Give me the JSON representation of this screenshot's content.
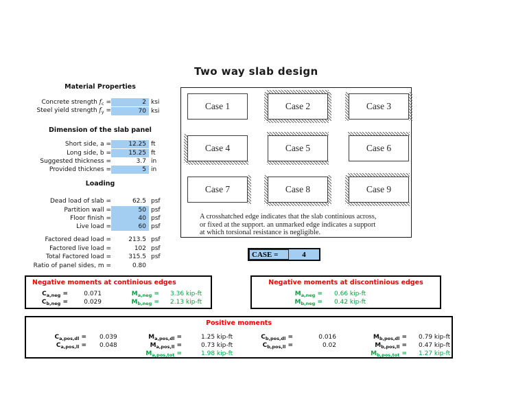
{
  "page": {
    "title": "Two way slab design"
  },
  "colors": {
    "input_fill": "#a4cef1",
    "result_green": "#00a442",
    "heading_red": "#fe0000"
  },
  "material": {
    "header": "Material Properties",
    "rows": [
      {
        "label": "Concrete strength ",
        "sym": "f",
        "sub": "c",
        "eq": " =",
        "value": "2",
        "unit": "ksi"
      },
      {
        "label": "Steel yield strength ",
        "sym": "f",
        "sub": "y",
        "eq": " =",
        "value": "70",
        "unit": "ksi"
      }
    ]
  },
  "dimensions": {
    "header": "Dimension of the slab panel",
    "rows": [
      {
        "label": "Short side, a =",
        "value": "12.25",
        "unit": "ft"
      },
      {
        "label": "Long side, b =",
        "value": "15.25",
        "unit": "ft"
      },
      {
        "label": "Suggested thickness =",
        "value": "3.7",
        "unit": "in"
      },
      {
        "label": "Provided thicknes =",
        "value": "5",
        "unit": "in"
      }
    ]
  },
  "loading": {
    "header": "Loading",
    "rows": [
      {
        "label": "Dead load of slab =",
        "value": "62.5",
        "unit": "psf"
      },
      {
        "label": "Partition wall =",
        "value": "50",
        "unit": "psf"
      },
      {
        "label": "Floor finish =",
        "value": "40",
        "unit": "psf"
      },
      {
        "label": "Live load =",
        "value": "60",
        "unit": "psf"
      }
    ]
  },
  "factored": {
    "rows": [
      {
        "label": "Factored dead load =",
        "value": "213.5",
        "unit": "psf"
      },
      {
        "label": "Factored live load =",
        "value": "102",
        "unit": "psf"
      }
    ]
  },
  "totals": {
    "rows": [
      {
        "label": "Total Factored load =",
        "value": "315.5",
        "unit": "psf"
      },
      {
        "label": "Ratio of panel sides, m =",
        "value": "0.80",
        "unit": ""
      }
    ]
  },
  "cases": {
    "items": [
      {
        "label": "Case 1",
        "hatched_edges": []
      },
      {
        "label": "Case 2",
        "hatched_edges": [
          "top",
          "right",
          "bottom",
          "left"
        ]
      },
      {
        "label": "Case 3",
        "hatched_edges": [
          "left",
          "right"
        ]
      },
      {
        "label": "Case 4",
        "hatched_edges": [
          "left",
          "bottom"
        ]
      },
      {
        "label": "Case 5",
        "hatched_edges": [
          "top",
          "bottom"
        ]
      },
      {
        "label": "Case 6",
        "hatched_edges": [
          "top"
        ]
      },
      {
        "label": "Case 7",
        "hatched_edges": [
          "right"
        ]
      },
      {
        "label": "Case 8",
        "hatched_edges": [
          "left",
          "right",
          "bottom"
        ]
      },
      {
        "label": "Case 9",
        "hatched_edges": [
          "top",
          "left",
          "bottom"
        ]
      }
    ],
    "note_lines": [
      "A crosshatched edge indicates that the slab continious across,",
      "or fixed at the support. an unmarked edge indicates a support",
      "at which torsional resistance is negligible."
    ]
  },
  "case_selector": {
    "label": "CASE =",
    "value": "4"
  },
  "neg_continuous": {
    "title": "Negative moments at continious edges",
    "rows": [
      {
        "cb": "C",
        "cs": "a,neg",
        "ce": " =",
        "cv": "0.071",
        "mb": "M",
        "ms": "a,neg",
        "me": " =",
        "mv": "3.36 kip-ft"
      },
      {
        "cb": "C",
        "cs": "b,neg",
        "ce": " =",
        "cv": "0.029",
        "mb": "M",
        "ms": "b,neg",
        "me": " =",
        "mv": "2.13 kip-ft"
      }
    ]
  },
  "neg_discontinuous": {
    "title": "Negative moments at discontinious edges",
    "rows": [
      {
        "mb": "M",
        "ms": "a,neg",
        "me": " =",
        "mv": "0.66 kip-ft"
      },
      {
        "mb": "M",
        "ms": "b,neg",
        "me": " =",
        "mv": "0.42 kip-ft"
      }
    ]
  },
  "positive": {
    "title": "Positive moments",
    "rows": [
      {
        "c1b": "C",
        "c1s": "a,pos,dl",
        "c1e": " =",
        "c1v": "0.039",
        "m1b": "M",
        "m1s": "a,pos,dl",
        "m1e": " =",
        "m1v": "1.25 kip-ft",
        "c2b": "C",
        "c2s": "b,pos,dl",
        "c2e": " =",
        "c2v": "0.016",
        "m2b": "M",
        "m2s": "b,pos,dl",
        "m2e": " =",
        "m2v": "0.79 kip-ft"
      },
      {
        "c1b": "C",
        "c1s": "a,pos,ll",
        "c1e": " =",
        "c1v": "0.048",
        "m1b": "M",
        "m1s": "a,pos,ll",
        "m1e": " =",
        "m1v": "0.73 kip-ft",
        "c2b": "C",
        "c2s": "b,pos,ll",
        "c2e": " =",
        "c2v": "0.02",
        "m2b": "M",
        "m2s": "b,pos,ll",
        "m2e": " =",
        "m2v": "0.47 kip-ft"
      },
      {
        "m1b": "M",
        "m1s": "a,pos,tot",
        "m1e": " =",
        "m1v": "1.98 kip-ft",
        "m2b": "M",
        "m2s": "b,pos,tot",
        "m2e": " =",
        "m2v": "1.27 kip-ft"
      }
    ]
  }
}
